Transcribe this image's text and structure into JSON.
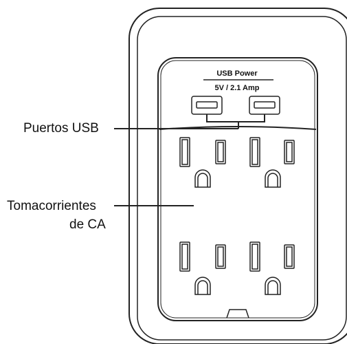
{
  "device": {
    "panel_title": "USB Power",
    "panel_rating": "5V / 2.1 Amp"
  },
  "callouts": {
    "usb_ports": "Puertos USB",
    "ac_outlets_line1": "Tomacorrientes",
    "ac_outlets_line2": "de CA"
  },
  "colors": {
    "line": "#222222",
    "background": "#ffffff"
  }
}
